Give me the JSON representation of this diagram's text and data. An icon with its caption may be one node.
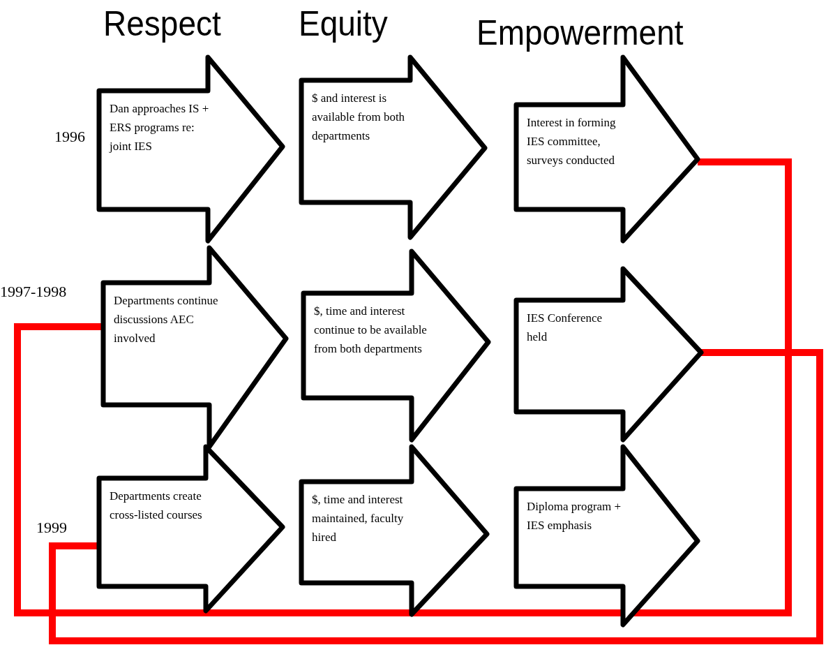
{
  "diagram": {
    "nodes": [
      {
        "text": [
          "Dan approaches IS + ERS programs re: joint IES"
        ]
      },
      {
        "text": [
          "$ and interest is available from both departments"
        ]
      },
      {
        "text": [
          "Interest in forming IES committee, surveys conducted"
        ]
      },
      {
        "text": [
          "Departments continue discussions AEC involved"
        ]
      },
      {
        "text": [
          "$, time and interest continue to be available from both departments"
        ]
      },
      {
        "text": [
          "IES Conference held"
        ]
      },
      {
        "text": [
          "Departments create cross-listed courses"
        ]
      },
      {
        "text": [
          "$, time and interest maintained, faculty hired"
        ]
      },
      {
        "text": [
          "Diploma program + IES emphasis"
        ]
      }
    ],
    "edges": [
      {
        "from": 2,
        "to": 3,
        "arrow": "none"
      },
      {
        "from": 5,
        "to": 6,
        "arrow": "none"
      }
    ],
    "labels": [
      "Respect",
      "Equity",
      "Empowerment",
      "1996",
      "1997-1998",
      "1999"
    ]
  }
}
